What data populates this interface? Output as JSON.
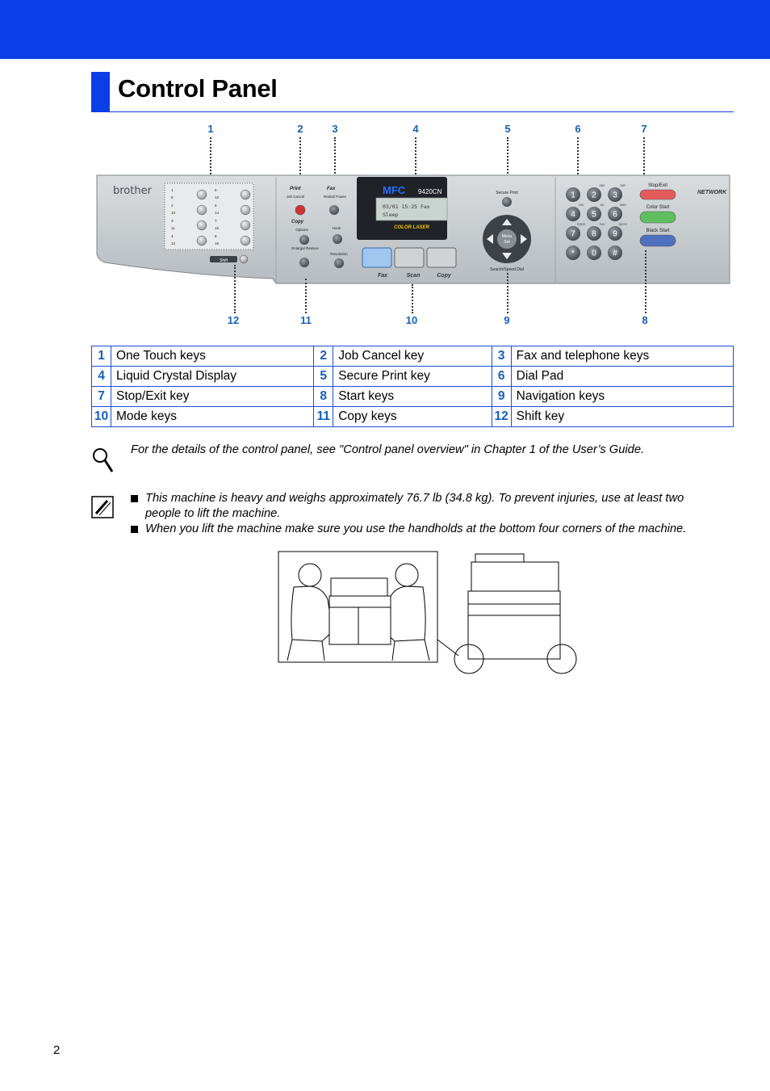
{
  "page": {
    "title": "Control Panel",
    "page_number": "2",
    "accent_color": "#0a3ee6"
  },
  "panel": {
    "brand": "brother",
    "model": "9420CN",
    "lcd_line1": "03/01 15:25  Fax",
    "lcd_line2": "Sleep",
    "lcd_banner": "COLOR LASER",
    "one_touch_numbers": [
      "1",
      "5",
      "9",
      "13",
      "2",
      "6",
      "10",
      "14",
      "3",
      "7",
      "11",
      "15",
      "4",
      "8",
      "12",
      "16"
    ],
    "shift_label": "Shift",
    "print_label": "Print",
    "job_cancel_label": "Job Cancel",
    "fax_label": "Fax",
    "redial_label": "Redial/ Pause",
    "hook_label": "Hook",
    "resolution_label": "Resolution",
    "copy_label": "Copy",
    "options_label": "Options",
    "enlarge_label": "Enlarge/ Reduce",
    "secure_print_label": "Secure Print",
    "search_label": "Search/Speed Dial",
    "menu_label": "Menu",
    "set_label": "Set",
    "mode_labels": [
      "Fax",
      "Scan",
      "Copy"
    ],
    "dial_keys": [
      "1",
      "2",
      "3",
      "4",
      "5",
      "6",
      "7",
      "8",
      "9",
      "*",
      "0",
      "#"
    ],
    "dial_letters": [
      "ABC",
      "DEF",
      "GHI",
      "JKL",
      "MNO",
      "PQRS",
      "TUV",
      "WXYZ"
    ],
    "stop_exit_label": "Stop/Exit",
    "color_start_label": "Color Start",
    "black_start_label": "Black Start",
    "network_label": "NETWORK"
  },
  "callouts_top": [
    "1",
    "2",
    "3",
    "4",
    "5",
    "6",
    "7"
  ],
  "callouts_bottom": [
    "12",
    "11",
    "10",
    "9",
    "8"
  ],
  "legend": [
    [
      {
        "n": "1",
        "t": "One Touch keys"
      },
      {
        "n": "2",
        "t": "Job Cancel key"
      },
      {
        "n": "3",
        "t": "Fax and telephone keys"
      }
    ],
    [
      {
        "n": "4",
        "t": "Liquid Crystal Display"
      },
      {
        "n": "5",
        "t": "Secure Print key"
      },
      {
        "n": "6",
        "t": "Dial Pad"
      }
    ],
    [
      {
        "n": "7",
        "t": "Stop/Exit key"
      },
      {
        "n": "8",
        "t": "Start keys"
      },
      {
        "n": "9",
        "t": "Navigation keys"
      }
    ],
    [
      {
        "n": "10",
        "t": "Mode keys"
      },
      {
        "n": "11",
        "t": "Copy keys"
      },
      {
        "n": "12",
        "t": "Shift key"
      }
    ]
  ],
  "notes": {
    "reference": "For the details of the control panel, see \"Control panel overview\" in Chapter 1 of the User’s Guide.",
    "caution_1a": "This machine is heavy and weighs approximately 76.7 lb (34.8 kg). To prevent injuries, use at least two",
    "caution_1b": "people to lift the machine.",
    "caution_2": "When you lift the machine make sure you use the handholds at the bottom four corners of the machine."
  },
  "icons": {
    "reference_icon": "magnifier-icon",
    "caution_icon": "pencil-note-icon"
  }
}
